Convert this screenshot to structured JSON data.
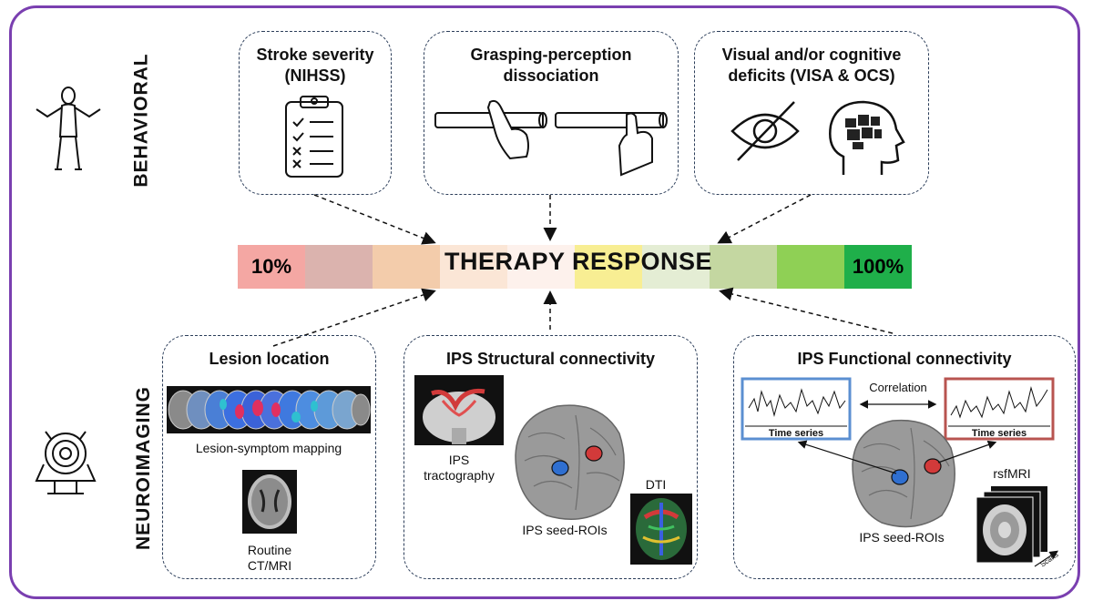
{
  "labels": {
    "behavioral": "BEHAVIORAL",
    "neuroimaging": "NEUROIMAGING"
  },
  "behavioral_boxes": {
    "stroke": {
      "title_line1": "Stroke severity",
      "title_line2": "(NIHSS)"
    },
    "grasping": {
      "title_line1": "Grasping-perception",
      "title_line2": "dissociation"
    },
    "visual": {
      "title_line1": "Visual and/or cognitive",
      "title_line2": "deficits (VISA & OCS)"
    }
  },
  "therapy_bar": {
    "title": "THERAPY RESPONSE",
    "low_label": "10%",
    "high_label": "100%",
    "segment_colors": [
      "#f4a7a3",
      "#dbb3ae",
      "#f3ccab",
      "#fbe6d6",
      "#fdf1ec",
      "#f8ee93",
      "#e4edd4",
      "#c4d7a1",
      "#8fd055",
      "#1faf4a"
    ]
  },
  "neuro_boxes": {
    "lesion": {
      "title": "Lesion location",
      "mapping_caption": "Lesion-symptom mapping",
      "routine_line1": "Routine",
      "routine_line2": "CT/MRI"
    },
    "structural": {
      "title": "IPS Structural connectivity",
      "tract_line1": "IPS",
      "tract_line2": "tractography",
      "seed_label": "IPS seed-ROIs",
      "dti_label": "DTI"
    },
    "functional": {
      "title": "IPS Functional connectivity",
      "correlation": "Correlation",
      "time_series_left": "Time series",
      "time_series_right": "Time series",
      "rsfmri": "rsfMRI",
      "seed_label": "IPS seed-ROIs",
      "scans": "Scans"
    }
  },
  "colors": {
    "frame": "#7a3fb0",
    "dashed_border": "#2c3e5a",
    "roi_blue": "#2f6fd0",
    "roi_red": "#d23a3a",
    "ts_left_border": "#5b8fd1",
    "ts_right_border": "#b85450"
  }
}
